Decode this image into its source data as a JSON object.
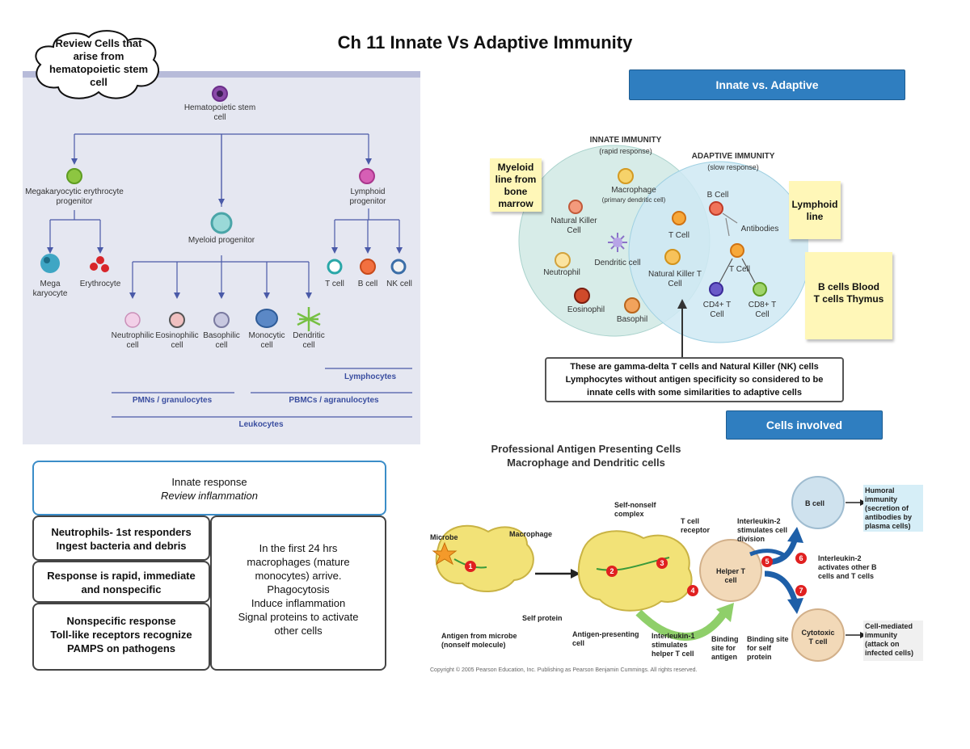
{
  "title": "Ch 11 Innate Vs Adaptive Immunity",
  "cloud_note": "Review Cells that arise from hematopoietic stem cell",
  "hematopoiesis": {
    "stem_cell": "Hematopoietic stem cell",
    "megakaryocytic_progenitor": "Megakaryocytic erythrocyte progenitor",
    "myeloid_progenitor": "Myeloid progenitor",
    "lymphoid_progenitor": "Lymphoid progenitor",
    "megakaryocyte": "Mega karyocyte",
    "erythrocyte": "Erythrocyte",
    "t_cell": "T cell",
    "b_cell": "B cell",
    "nk_cell": "NK cell",
    "neutrophilic": "Neutrophilic cell",
    "eosinophilic": "Eosinophilic cell",
    "basophilic": "Basophilic cell",
    "monocytic": "Monocytic cell",
    "dendritic": "Dendritic cell",
    "lymphocytes": "Lymphocytes",
    "pmns": "PMNs / granulocytes",
    "pbmcs": "PBMCs / agranulocytes",
    "leukocytes": "Leukocytes"
  },
  "innate_response": {
    "header_line1": "Innate response",
    "header_line2": "Review inflammation",
    "box1_line1": "Neutrophils- 1st responders",
    "box1_line2": "Ingest bacteria and debris",
    "box2_line1": "Response is rapid, immediate",
    "box2_line2": "and nonspecific",
    "box3_line1": "Nonspecific response",
    "box3_line2": "Toll-like receptors recognize",
    "box3_line3": "PAMPS on pathogens",
    "right_line1": "In the first 24 hrs",
    "right_line2": "macrophages (mature",
    "right_line3": "monocytes) arrive.",
    "right_line4": "Phagocytosis",
    "right_line5": "Induce inflammation",
    "right_line6": "Signal proteins to activate",
    "right_line7": "other cells"
  },
  "innate_vs_adaptive": {
    "header": "Innate vs. Adaptive",
    "innate_title": "INNATE IMMUNITY",
    "innate_sub": "(rapid response)",
    "adaptive_title": "ADAPTIVE IMMUNITY",
    "adaptive_sub": "(slow response)",
    "macrophage": "Macrophage",
    "macrophage_sub": "(primary dendritic cell)",
    "natural_killer": "Natural Killer Cell",
    "dendritic": "Dendritic cell",
    "neutrophil": "Neutrophil",
    "eosinophil": "Eosinophil",
    "basophil": "Basophil",
    "t_cell_center": "T Cell",
    "nk_t_cell": "Natural Killer T Cell",
    "b_cell": "B Cell",
    "antibodies": "Antibodies",
    "t_cell": "T Cell",
    "cd4": "CD4+ T Cell",
    "cd8": "CD8+ T Cell",
    "note_myeloid": "Myeloid line from bone marrow",
    "note_lymphoid": "Lymphoid line",
    "note_blood_line1": "B cells Blood",
    "note_blood_line2": "T cells Thymus",
    "callout_line1": "These are gamma-delta T cells and Natural Killer (NK) cells",
    "callout_line2": "Lymphocytes without antigen specificity so considered to be",
    "callout_line3": "innate cells with some similarities to adaptive cells"
  },
  "cells_involved": {
    "header": "Cells involved",
    "apc_title_line1": "Professional Antigen Presenting Cells",
    "apc_title_line2": "Macrophage and Dendritic cells",
    "microbe": "Microbe",
    "macrophage": "Macrophage",
    "self_nonself": "Self-nonself complex",
    "t_cell_receptor": "T cell receptor",
    "il2_division": "Interleukin-2 stimulates cell division",
    "b_cell": "B cell",
    "humoral": "Humoral immunity (secretion of antibodies by plasma cells)",
    "helper": "Helper T cell",
    "il2_activates": "Interleukin-2 activates other B cells and T cells",
    "self_protein": "Self protein",
    "antigen_from_microbe": "Antigen from microbe (nonself molecule)",
    "apc": "Antigen-presenting cell",
    "il1": "Interleukin-1 stimulates helper T cell",
    "binding_antigen": "Binding site for antigen",
    "binding_self": "Binding site for self protein",
    "cytotoxic": "Cytotoxic T cell",
    "cell_mediated": "Cell-mediated immunity (attack on infected cells)",
    "copyright": "Copyright © 2005 Pearson Education, Inc. Publishing as Pearson Benjamin Cummings. All rights reserved.",
    "step1": "1",
    "step2": "2",
    "step3": "3",
    "step4": "4",
    "step5": "5",
    "step6": "6",
    "step7": "7"
  },
  "colors": {
    "blue_header": "#2f7ec0",
    "sticky_note": "#fff7b8",
    "panel_bg": "#e5e7f1",
    "innate_circle": "#d7ece8",
    "adaptive_circle": "#cfe9f3",
    "cell_yellow": "#f2e277",
    "step_red": "#e02020"
  }
}
